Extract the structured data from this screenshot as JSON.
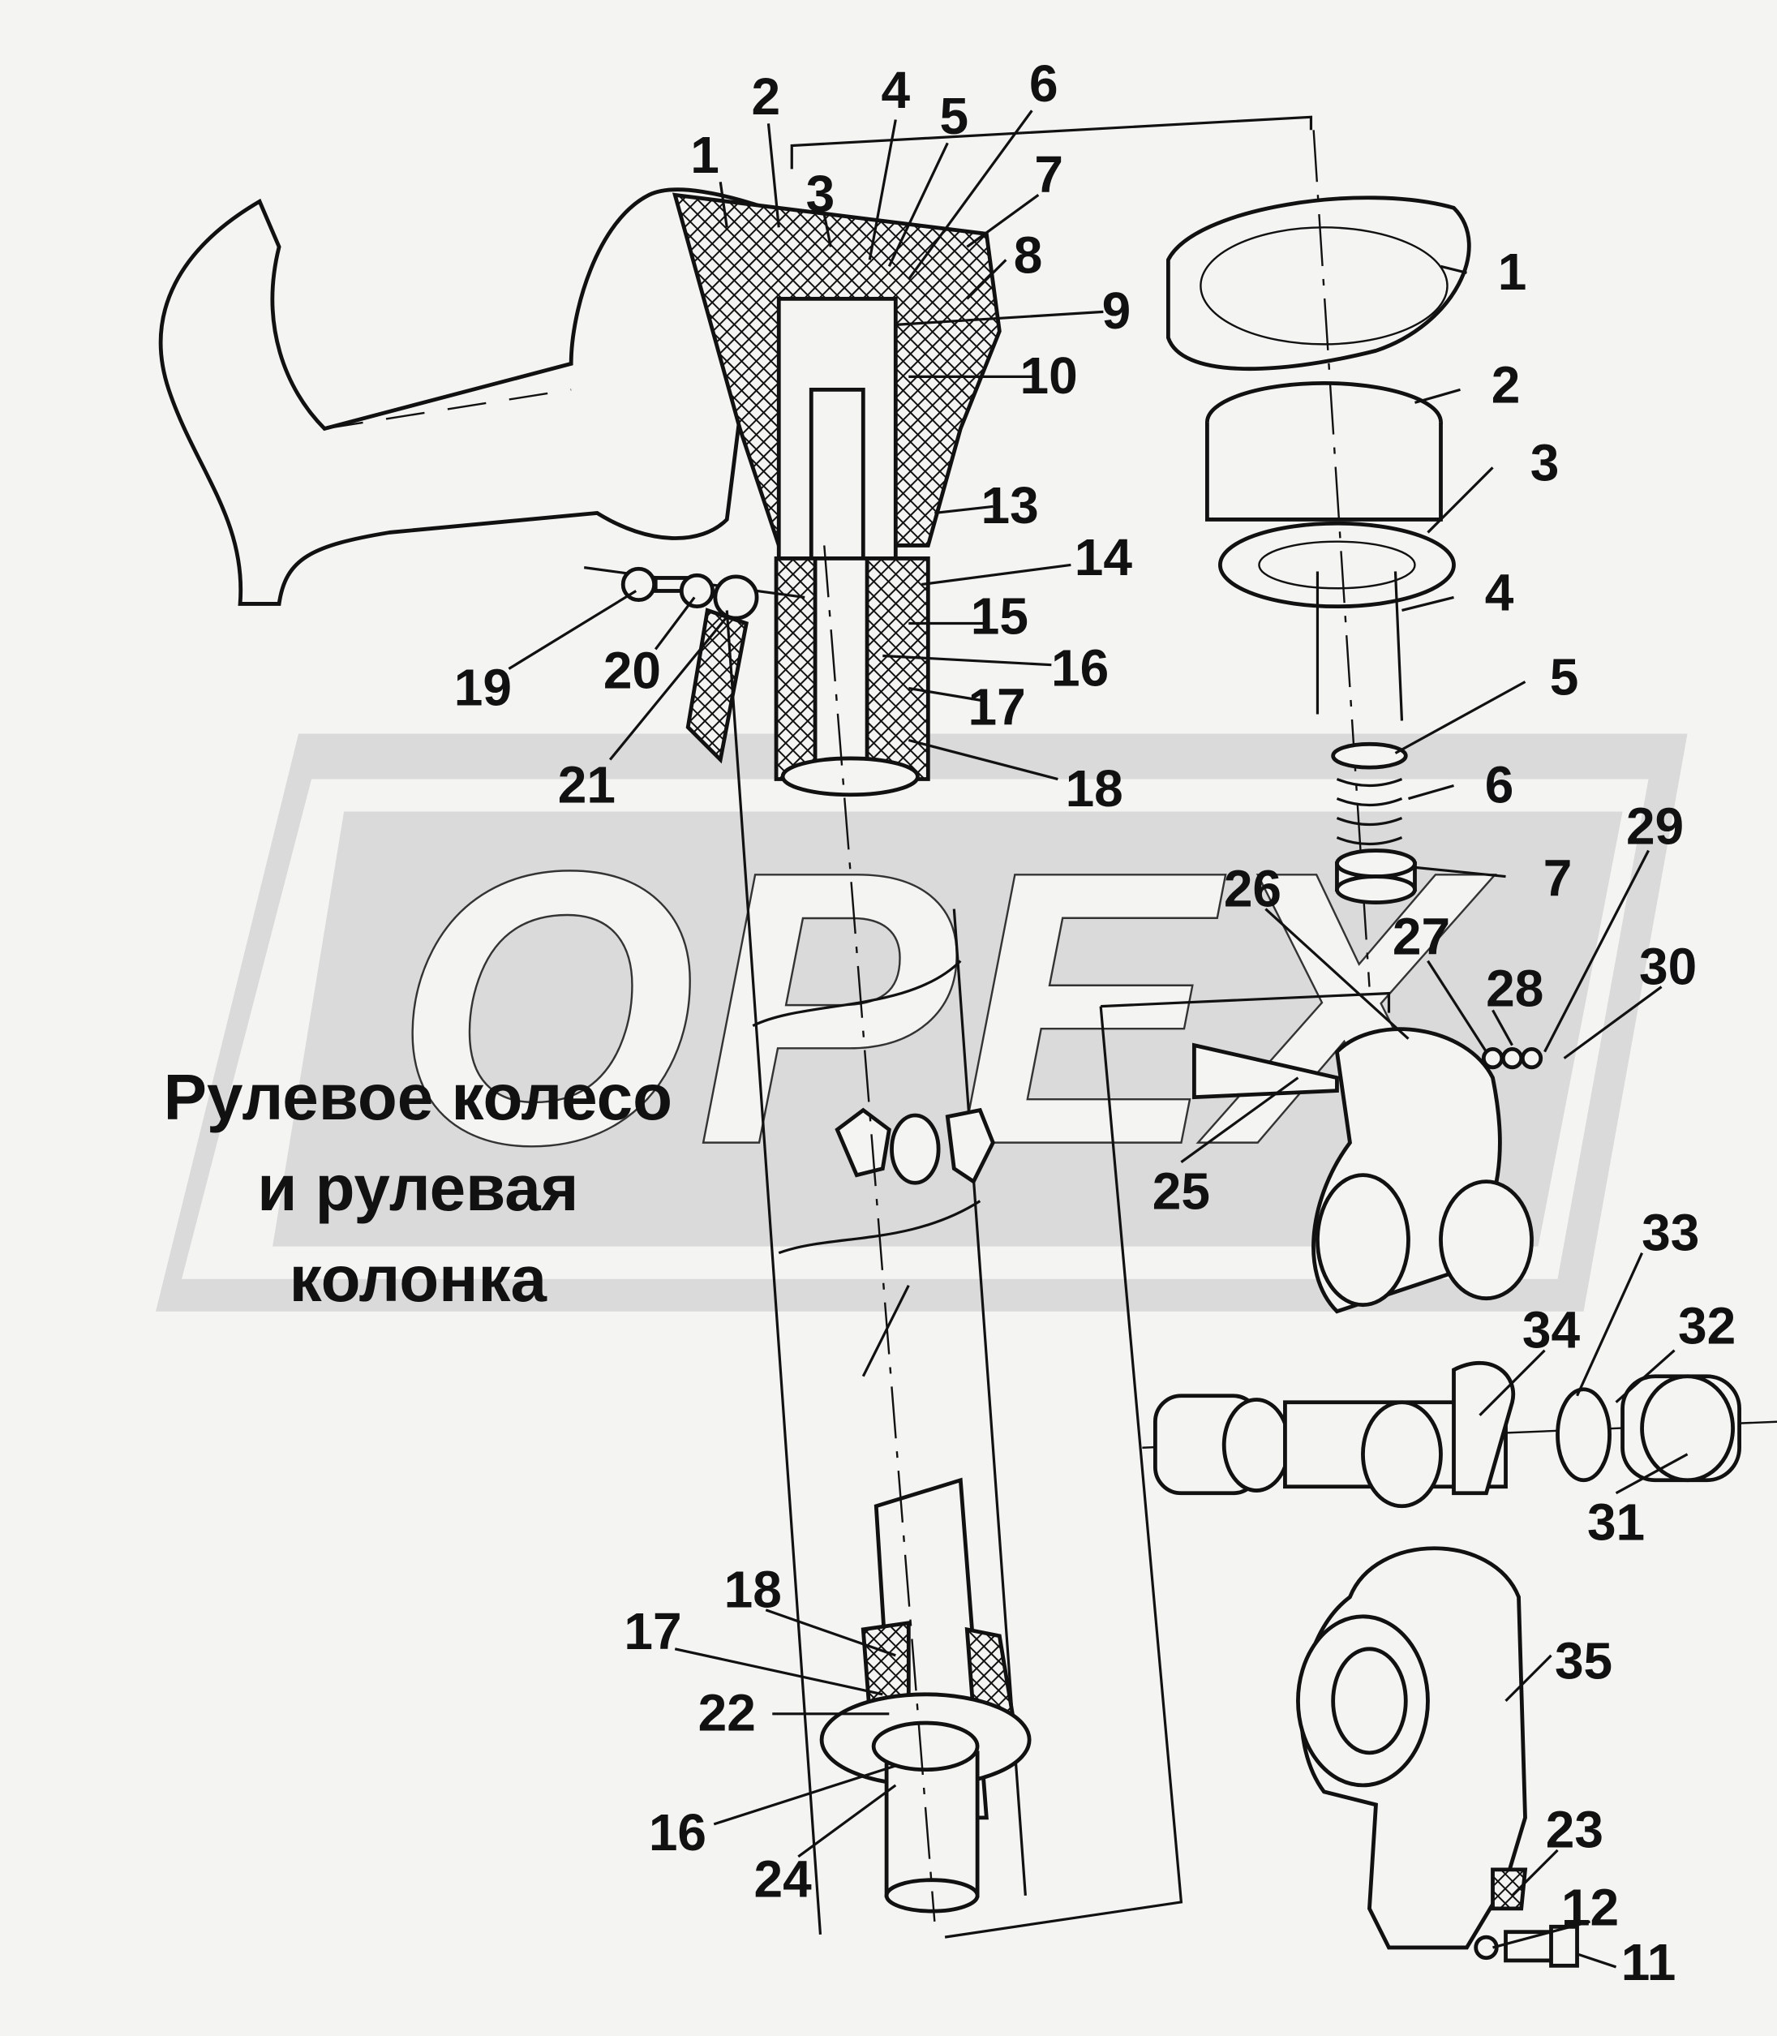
{
  "title": {
    "lines": [
      "Рулевое колесо",
      "и рулевая",
      "колонка"
    ]
  },
  "watermark": "OPEX",
  "labels_column": [
    "1",
    "2",
    "3",
    "4",
    "5",
    "6",
    "7",
    "8",
    "9",
    "10",
    "13",
    "14",
    "15",
    "16",
    "17",
    "18",
    "19",
    "20",
    "21"
  ],
  "labels_parts": [
    "1",
    "2",
    "3",
    "4",
    "5",
    "6",
    "7",
    "26",
    "27",
    "28",
    "29",
    "30",
    "25",
    "33",
    "32",
    "34",
    "31",
    "35",
    "23",
    "12",
    "11"
  ],
  "labels_bottom": [
    "18",
    "17",
    "22",
    "16",
    "24"
  ],
  "colors": {
    "background": "#f4f4f2",
    "watermark": "#dadada",
    "ink": "#111111"
  }
}
